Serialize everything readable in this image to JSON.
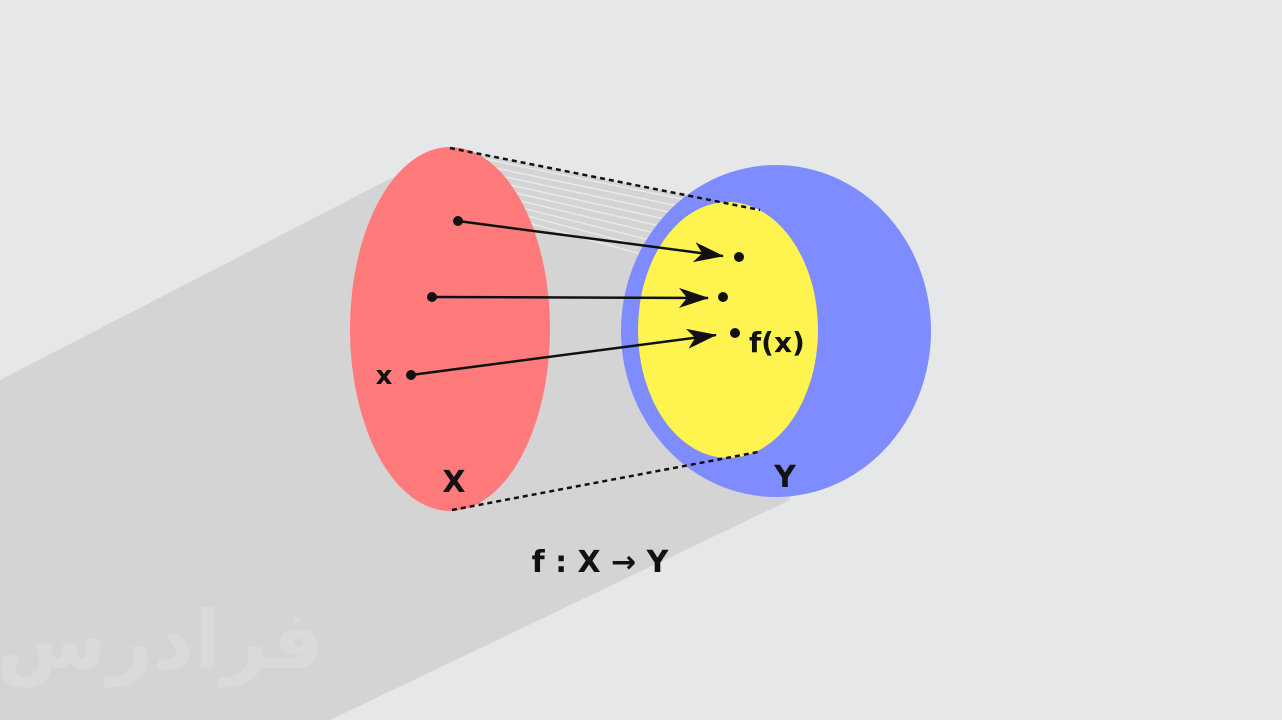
{
  "diagram": {
    "domain_label": "X",
    "codomain_label": "Y",
    "element_label": "x",
    "image_label": "f(x)",
    "caption": "f : X → Y",
    "watermark": "فرادرس"
  },
  "colors": {
    "background": "#e6e7e9",
    "shadow": "#d4d4d4",
    "domain_fill": "#ff7b7b",
    "codomain_fill": "#7f8cff",
    "range_fill": "#fff44f",
    "ink": "#111111"
  }
}
